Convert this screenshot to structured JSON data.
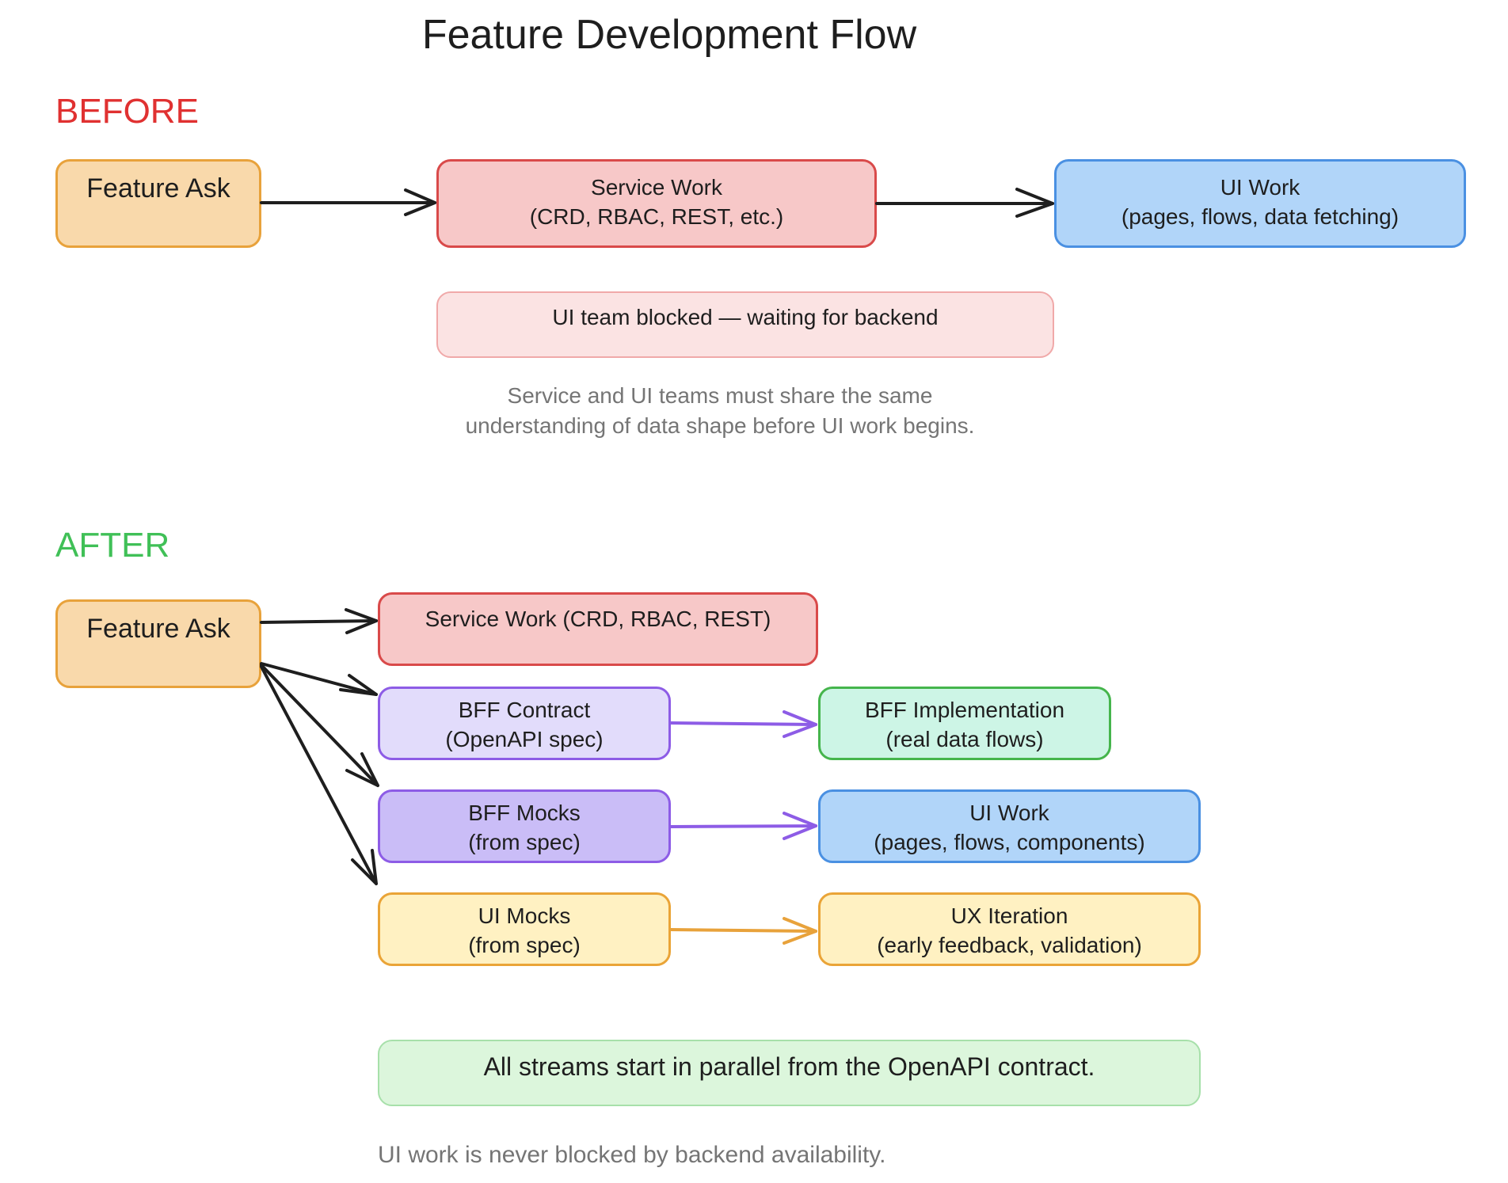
{
  "title": "Feature Development Flow",
  "before": {
    "label": "BEFORE",
    "feature_ask": "Feature Ask",
    "service_work": [
      "Service Work",
      "(CRD, RBAC, REST, etc.)"
    ],
    "ui_work": [
      "UI Work",
      "(pages, flows, data fetching)"
    ],
    "blocked_note": "UI team blocked — waiting for backend",
    "caption": [
      "Service and UI teams must share the same",
      "understanding of data shape before UI work begins."
    ]
  },
  "after": {
    "label": "AFTER",
    "feature_ask": "Feature Ask",
    "service_work": "Service Work (CRD, RBAC, REST)",
    "bff_contract": [
      "BFF Contract",
      "(OpenAPI spec)"
    ],
    "bff_implementation": [
      "BFF Implementation",
      "(real data flows)"
    ],
    "bff_mocks": [
      "BFF Mocks",
      "(from spec)"
    ],
    "ui_work": [
      "UI Work",
      "(pages, flows, components)"
    ],
    "ui_mocks": [
      "UI Mocks",
      "(from spec)"
    ],
    "ux_iteration": [
      "UX Iteration",
      "(early feedback, validation)"
    ],
    "parallel_note": "All streams start in parallel from the OpenAPI contract.",
    "caption": "UI work is never blocked by backend availability."
  },
  "colors": {
    "before_label": "#e03131",
    "after_label": "#40c057",
    "arrow_black": "#1e1e1e",
    "arrow_purple": "#8d5ce6",
    "arrow_orange": "#e8a23b"
  }
}
